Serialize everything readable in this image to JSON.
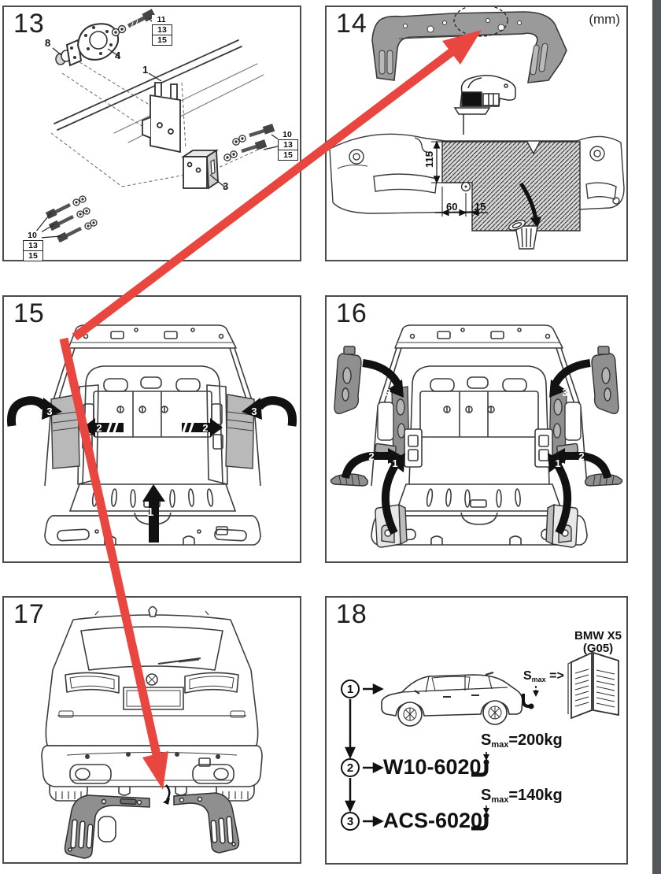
{
  "page": {
    "side_strip_color": "#54575b",
    "red": "#e8463e"
  },
  "panel13": {
    "number": "13",
    "label_8": "8",
    "label_4": "4",
    "label_1": "1",
    "label_3": "3",
    "callout_top_right": [
      "11",
      "13",
      "15"
    ],
    "callout_right": [
      "10",
      "13",
      "15"
    ],
    "callout_bottom_left": [
      "10",
      "13",
      "15"
    ]
  },
  "panel14": {
    "number": "14",
    "unit": "(mm)",
    "dim_vertical": "115",
    "dim_left": "60",
    "dim_right": "15"
  },
  "panel15": {
    "number": "15",
    "step1": "1",
    "step2": "2",
    "step3": "3"
  },
  "panel16": {
    "number": "16",
    "step1": "1",
    "step2": "2",
    "step3": "3"
  },
  "panel17": {
    "number": "17"
  },
  "panel18": {
    "number": "18",
    "item1": "1",
    "item2": "2",
    "item3": "3",
    "manual_line1": "BMW X5",
    "manual_line2": "(G05)",
    "smax_s": "S",
    "smax_sub": "max",
    "arrow_symbol": "=>",
    "code2": "W10-6020",
    "smax2_value": "=200kg",
    "code3": "ACS-6020",
    "smax3_value": "=140kg"
  }
}
